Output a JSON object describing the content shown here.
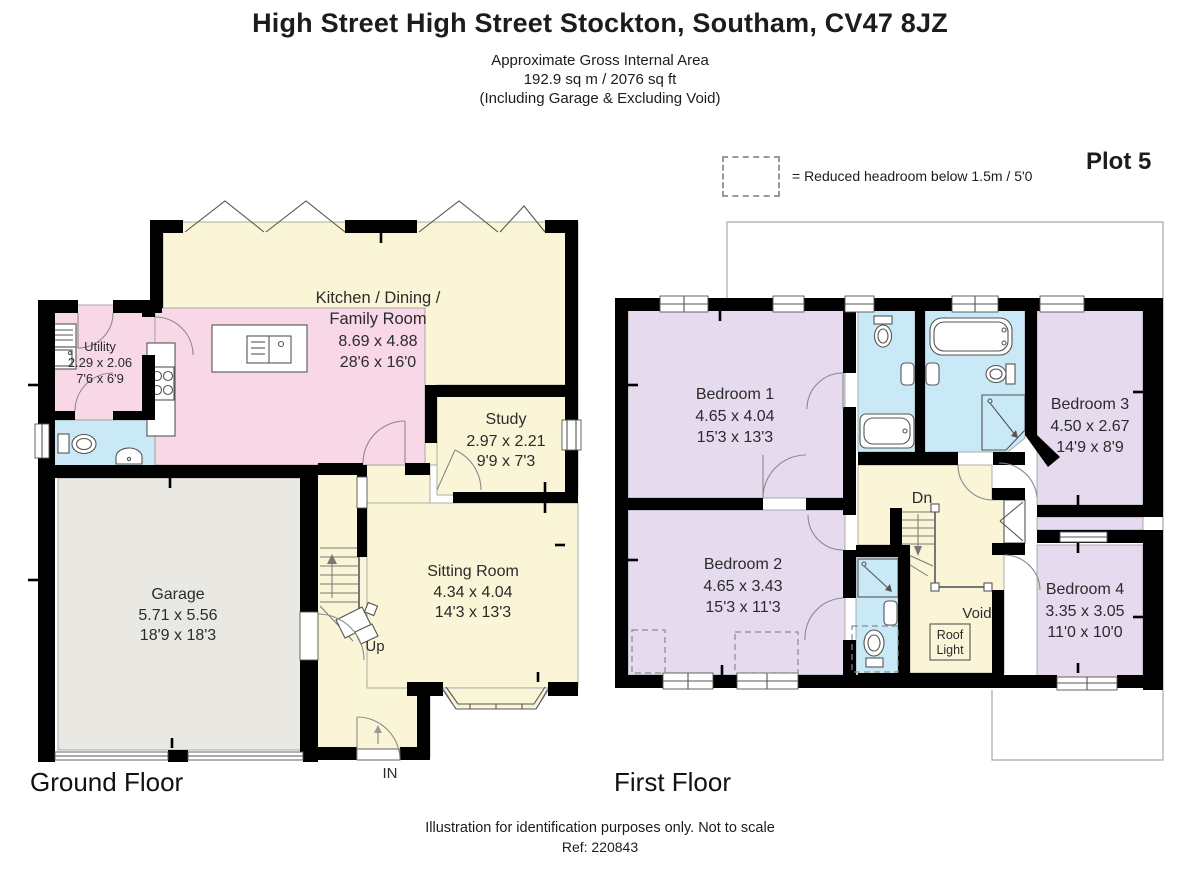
{
  "header": {
    "title": "High Street High Street Stockton, Southam, CV47 8JZ",
    "area_heading": "Approximate Gross Internal Area",
    "area_value": "192.9 sq m / 2076 sq ft",
    "area_note": "(Including Garage & Excluding Void)"
  },
  "legend": {
    "reduced_headroom": "= Reduced headroom below 1.5m / 5'0",
    "plot": "Plot 5"
  },
  "ground_floor": {
    "label": "Ground Floor",
    "rooms": {
      "utility": {
        "name": "Utility",
        "metric": "2.29 x 2.06",
        "imperial": "7'6 x 6'9"
      },
      "kitchen": {
        "name_line1": "Kitchen / Dining /",
        "name_line2": "Family Room",
        "metric": "8.69 x 4.88",
        "imperial": "28'6 x 16'0"
      },
      "study": {
        "name": "Study",
        "metric": "2.97 x 2.21",
        "imperial": "9'9 x 7'3"
      },
      "sitting_room": {
        "name": "Sitting Room",
        "metric": "4.34 x 4.04",
        "imperial": "14'3 x 13'3"
      },
      "garage": {
        "name": "Garage",
        "metric": "5.71 x 5.56",
        "imperial": "18'9 x 18'3"
      }
    },
    "annotations": {
      "up": "Up",
      "entrance": "IN"
    }
  },
  "first_floor": {
    "label": "First Floor",
    "rooms": {
      "bedroom1": {
        "name": "Bedroom 1",
        "metric": "4.65 x 4.04",
        "imperial": "15'3 x 13'3"
      },
      "bedroom2": {
        "name": "Bedroom 2",
        "metric": "4.65 x 3.43",
        "imperial": "15'3 x 11'3"
      },
      "bedroom3": {
        "name": "Bedroom 3",
        "metric": "4.50 x 2.67",
        "imperial": "14'9 x 8'9"
      },
      "bedroom4": {
        "name": "Bedroom 4",
        "metric": "3.35 x 3.05",
        "imperial": "11'0 x 10'0"
      }
    },
    "annotations": {
      "down": "Dn",
      "void": "Void",
      "roof_light_line1": "Roof",
      "roof_light_line2": "Light"
    }
  },
  "footer": {
    "disclaimer": "Illustration for identification purposes only. Not to scale",
    "reference": "Ref: 220843"
  },
  "colors": {
    "cream": "#FAF5D7",
    "pink": "#F8D7E7",
    "blue": "#C9E9F6",
    "lavender": "#E5DAEE",
    "garage_gray": "#E9E8E3",
    "wall": "#000000"
  }
}
